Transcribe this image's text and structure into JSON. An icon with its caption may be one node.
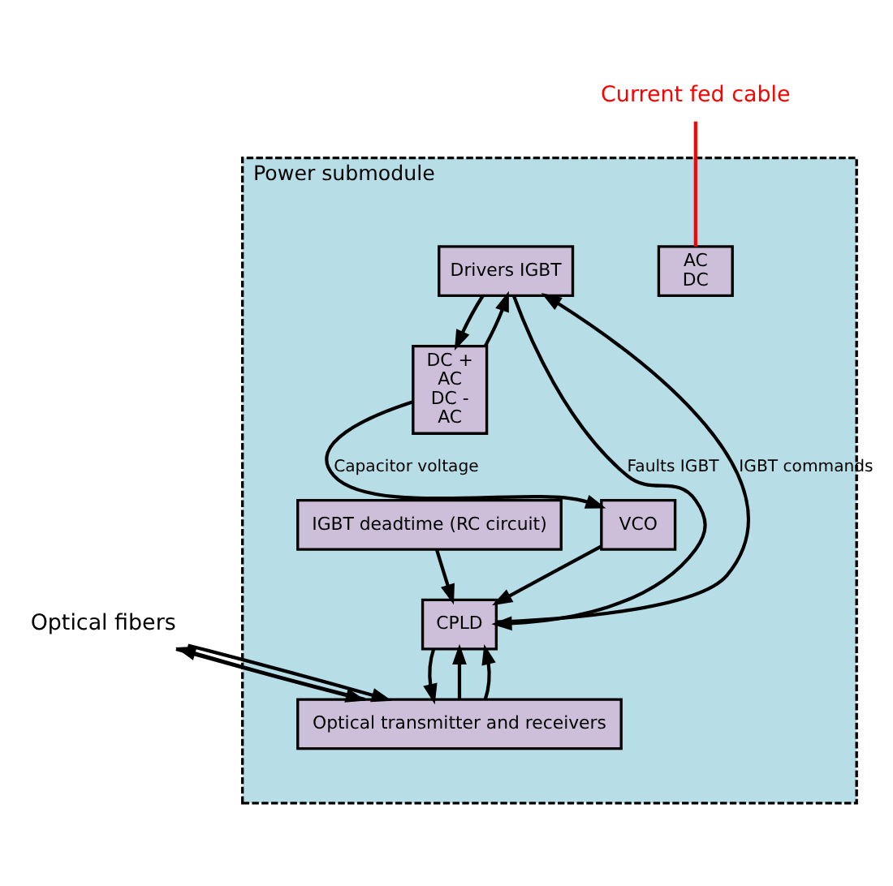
{
  "diagram": {
    "nodes": [
      {
        "text": [
          "Power submodule"
        ]
      },
      {
        "text": [
          "AC",
          "DC"
        ],
        "in": 0
      },
      {
        "text": [
          "Drivers IGBT"
        ],
        "in": 0
      },
      {
        "text": [
          "DC +",
          "AC",
          "DC -",
          "AC"
        ],
        "in": 0
      },
      {
        "text": [
          "VCO"
        ],
        "in": 0
      },
      {
        "text": [
          "CPLD"
        ],
        "in": 0
      },
      {
        "text": [
          "Optical transmitter and receivers"
        ],
        "in": 0
      },
      {
        "text": [
          "IGBT deadtime (RC circuit)"
        ],
        "in": 0
      },
      {
        "text": [
          "Current fed cable"
        ]
      },
      {
        "text": [
          "Optical fibers"
        ]
      }
    ],
    "edges": [
      {
        "from": 8,
        "to": 1,
        "arrow": "none",
        "color": "#ff0000"
      },
      {
        "from": 5,
        "to": 2,
        "arrow": "to",
        "label": "IGBT commands"
      },
      {
        "from": 2,
        "to": 3,
        "arrow": "to"
      },
      {
        "from": 3,
        "to": 2,
        "arrow": "to"
      },
      {
        "from": 2,
        "to": 5,
        "arrow": "to",
        "label": "Faults IGBT"
      },
      {
        "from": 3,
        "to": 4,
        "arrow": "to",
        "label": "Capacitor voltage"
      },
      {
        "from": 4,
        "to": 5,
        "arrow": "to"
      },
      {
        "from": 7,
        "to": 5,
        "arrow": "to"
      },
      {
        "from": 6,
        "to": 5,
        "arrow": "to"
      },
      {
        "from": 6,
        "to": 5,
        "arrow": "to"
      },
      {
        "from": 5,
        "to": 6,
        "arrow": "to"
      },
      {
        "from": 9,
        "to": 6,
        "arrow": "to"
      },
      {
        "from": 9,
        "to": 6,
        "arrow": "to"
      },
      {
        "from": 6,
        "to": 9,
        "arrow": "to"
      }
    ]
  }
}
